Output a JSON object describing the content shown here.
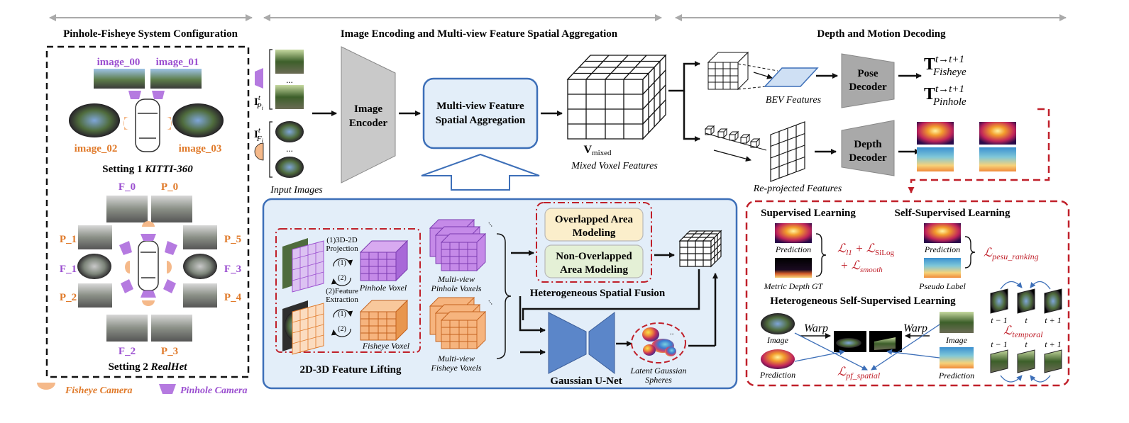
{
  "colors": {
    "purple": "#9b4fd0",
    "orange": "#e07a2a",
    "red": "#c0202a",
    "blue_panel_fill": "#e3eef9",
    "blue_border": "#3d6fb8",
    "encoder_gray": "#c9c9c9",
    "decoder_gray": "#a9a9a9",
    "unet_blue": "#5b86c9",
    "overlap_fill": "#fbeecb",
    "nonoverlap_fill": "#e4f0d6"
  },
  "sections": {
    "config": "Pinhole-Fisheye System Configuration",
    "encoding": "Image Encoding and Multi-view Feature Spatial Aggregation",
    "decoding": "Depth and Motion Decoding"
  },
  "config": {
    "image_00": "image_00",
    "image_01": "image_01",
    "image_02": "image_02",
    "image_03": "image_03",
    "setting1_prefix": "Setting 1 ",
    "setting1_name": "KITTI-360",
    "F_0": "F_0",
    "P_0": "P_0",
    "P_1": "P_1",
    "F_1": "F_1",
    "P_2": "P_2",
    "P_5": "P_5",
    "F_3": "F_3",
    "P_4": "P_4",
    "F_2": "F_2",
    "P_3": "P_3",
    "setting2_prefix": "Setting 2 ",
    "setting2_name": "RealHet",
    "legend_fisheye": "Fisheye Camera",
    "legend_pinhole": "Pinhole Camera"
  },
  "encoding": {
    "input_images": "Input Images",
    "dots": "...",
    "ipt_main": "I",
    "ipt_sup": "t",
    "ipt_sub": "P",
    "ipt_subi": "i",
    "ift_main": "I",
    "ift_sup": "t",
    "ift_sub": "F",
    "ift_subi": "i",
    "image_encoder_line1": "Image",
    "image_encoder_line2": "Encoder",
    "mvfsa_line1": "Multi-view Feature",
    "mvfsa_line2": "Spatial Aggregation",
    "vmixed_main": "V",
    "vmixed_sub": "mixed",
    "mixed_voxel_features": "Mixed Voxel Features"
  },
  "lifting": {
    "projection_line1": "(1)3D-2D",
    "projection_line2": "Projection",
    "step1": "(1)",
    "step2": "(2)",
    "extraction_line1": "(2)Feature",
    "extraction_line2": "Extraction",
    "pinhole_voxel": "Pinhole Voxel",
    "fisheye_voxel": "Fisheye Voxel",
    "title": "2D-3D Feature Lifting",
    "mv_pinhole_line1": "Multi-view",
    "mv_pinhole_line2": "Pinhole Voxels",
    "mv_fisheye_line1": "Multi-view",
    "mv_fisheye_line2": "Fisheye Voxels",
    "overlap_line1": "Overlapped Area",
    "overlap_line2": "Modeling",
    "nonoverlap_line1": "Non-Overlapped",
    "nonoverlap_line2": "Area Modeling",
    "fusion_title": "Heterogeneous Spatial Fusion",
    "unet_title": "Gaussian U-Net",
    "latent_line1": "Latent Gaussian",
    "latent_line2": "Spheres"
  },
  "decoding": {
    "bev_features": "BEV Features",
    "pose_line1": "Pose",
    "pose_line2": "Decoder",
    "depth_line1": "Depth",
    "depth_line2": "Decoder",
    "reprojected": "Re-projected Features",
    "tf_main": "T",
    "tf_sup": "t→t+1",
    "tf_sub": "Fisheye",
    "tp_main": "T",
    "tp_sup": "t→t+1",
    "tp_sub": "Pinhole"
  },
  "learning": {
    "supervised": "Supervised Learning",
    "self_supervised": "Self-Supervised Learning",
    "prediction": "Prediction",
    "metric_gt": "Metric Depth GT",
    "pseudo_label": "Pseudo Label",
    "loss_l1": "ℒ",
    "loss_l1_sub": "l1",
    "plus": " + ",
    "loss_silog_sub": "SiLog",
    "loss_smooth_sub": "smooth",
    "loss_pesu_sub": "pesu_ranking",
    "hetero_title": "Heterogeneous Self-Supervised Learning",
    "image": "Image",
    "warp": "Warp",
    "loss_pf_sub": "pf_spatial",
    "loss_temporal_sub": "temporal",
    "t_minus": "t − 1",
    "t": "t",
    "t_plus": "t + 1"
  }
}
